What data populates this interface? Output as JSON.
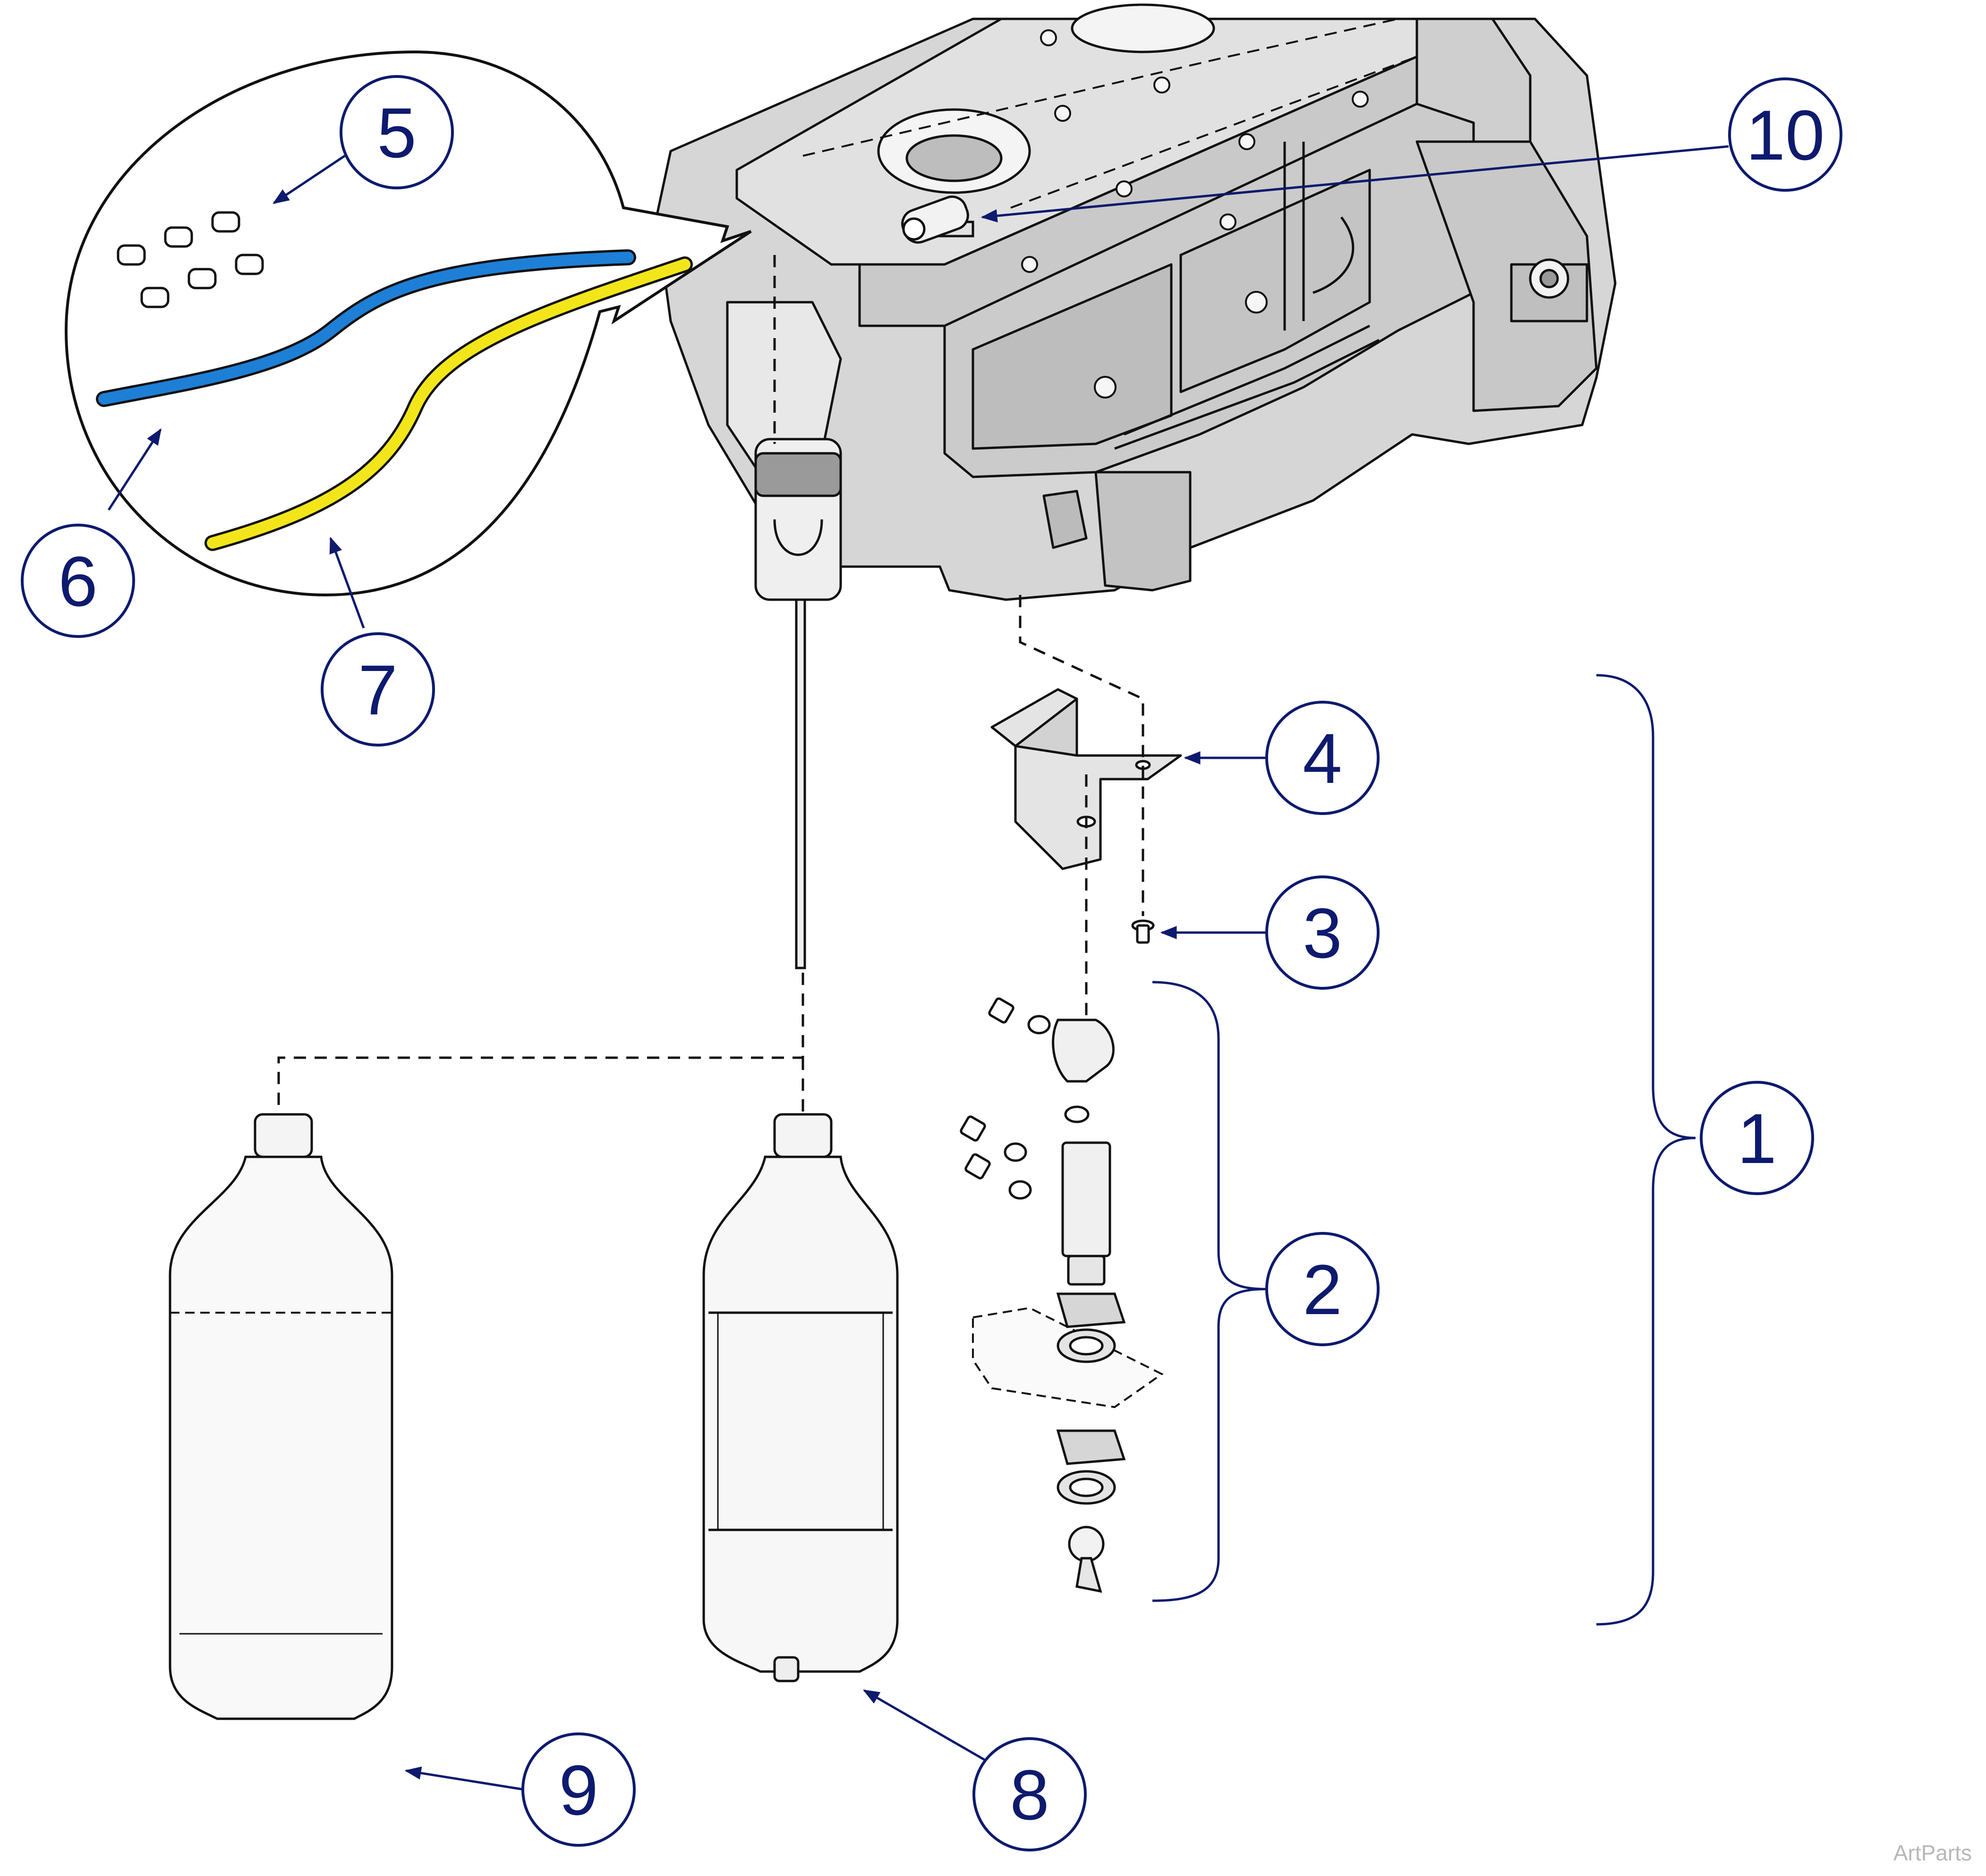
{
  "callouts": [
    {
      "id": "1",
      "label": "1"
    },
    {
      "id": "2",
      "label": "2"
    },
    {
      "id": "3",
      "label": "3"
    },
    {
      "id": "4",
      "label": "4"
    },
    {
      "id": "5",
      "label": "5"
    },
    {
      "id": "6",
      "label": "6"
    },
    {
      "id": "7",
      "label": "7"
    },
    {
      "id": "8",
      "label": "8"
    },
    {
      "id": "9",
      "label": "9"
    },
    {
      "id": "10",
      "label": "10"
    }
  ],
  "credit": "ArtParts",
  "colors": {
    "callout": "#0d1a6e",
    "housing_fill": "#d8d8d8",
    "housing_shade": "#c2c2c2",
    "line": "#111111",
    "tube_blue": "#1e7fd6",
    "tube_yellow": "#f2e61a"
  }
}
